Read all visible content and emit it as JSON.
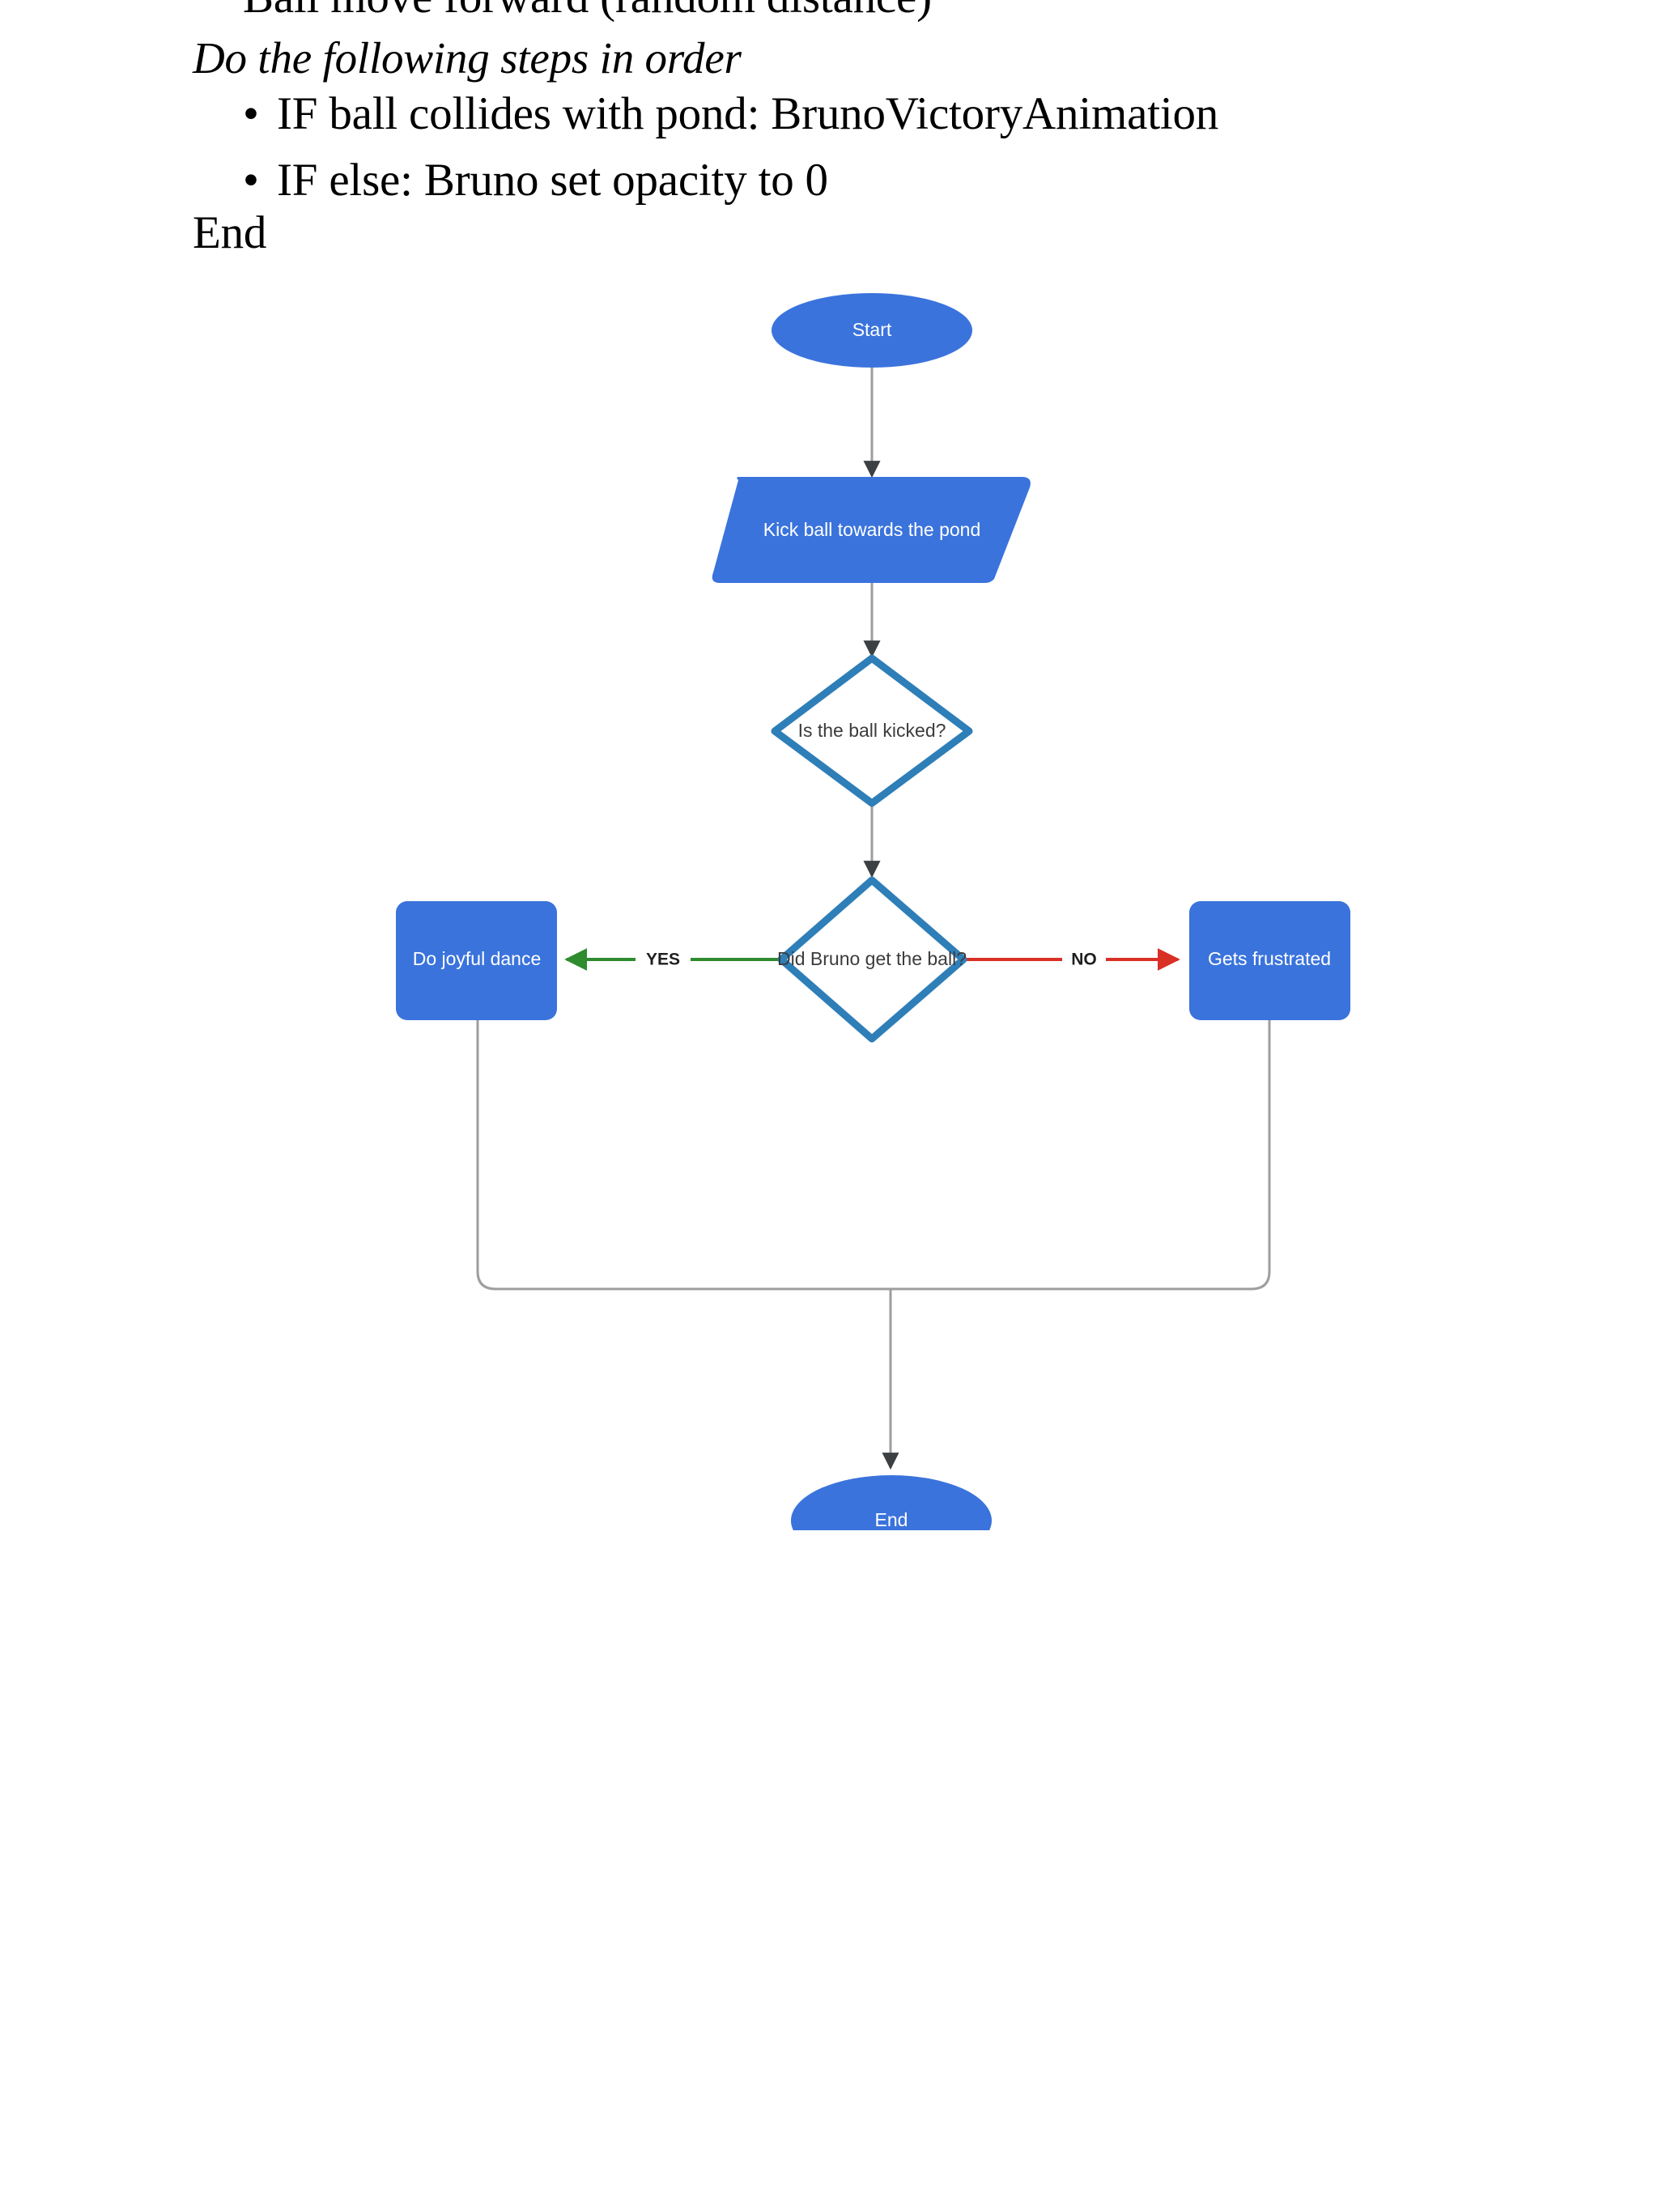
{
  "pseudocode": {
    "clipped_top_line": "Ball move forward (random distance)",
    "heading": "Do the following steps in order",
    "bullets": [
      "IF ball collides with pond: BrunoVictoryAnimation",
      "IF else: Bruno set opacity to 0"
    ],
    "bullet_glyph": "•",
    "end_label": "End"
  },
  "flowchart": {
    "colors": {
      "node_fill": "#3A73DC",
      "decision_stroke": "#2E7EB8",
      "decision_fill": "#FFFFFF",
      "connector": "#9E9E9E",
      "yes_edge": "#2E8B2E",
      "no_edge": "#D93025",
      "node_text": "#FFFFFF",
      "decision_text": "#3C3C3C",
      "edge_label_text": "#1F1F1F"
    },
    "nodes": [
      {
        "id": "start",
        "shape": "ellipse",
        "label": "Start"
      },
      {
        "id": "kick",
        "shape": "parallelogram",
        "label": "Kick ball towards the pond"
      },
      {
        "id": "kicked",
        "shape": "diamond",
        "label": "Is the ball kicked?"
      },
      {
        "id": "got_ball",
        "shape": "diamond",
        "label": "Did Bruno get the ball?"
      },
      {
        "id": "joyful",
        "shape": "rounded-rect",
        "label": "Do joyful dance"
      },
      {
        "id": "frustrated",
        "shape": "rounded-rect",
        "label": "Gets frustrated"
      },
      {
        "id": "end",
        "shape": "ellipse",
        "label": "End"
      }
    ],
    "edges": [
      {
        "from": "start",
        "to": "kick",
        "label": ""
      },
      {
        "from": "kick",
        "to": "kicked",
        "label": ""
      },
      {
        "from": "kicked",
        "to": "got_ball",
        "label": ""
      },
      {
        "from": "got_ball",
        "to": "joyful",
        "label": "YES"
      },
      {
        "from": "got_ball",
        "to": "frustrated",
        "label": "NO"
      },
      {
        "from": "joyful",
        "to": "end",
        "label": ""
      },
      {
        "from": "frustrated",
        "to": "end",
        "label": ""
      }
    ]
  }
}
